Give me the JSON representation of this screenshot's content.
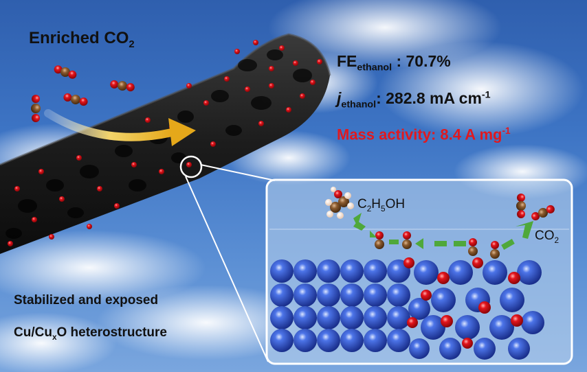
{
  "title": {
    "enriched_label": "Enriched CO",
    "enriched_sub": "2"
  },
  "metrics": {
    "fe_main": "FE",
    "fe_sub": "ethanol",
    "fe_value": " : 70.7%",
    "j_main": "j",
    "j_sub": "ethanol",
    "j_value": ": 282.8 mA cm",
    "j_sup": "-1",
    "mass_label": "Mass activity:  8.4 A mg",
    "mass_sup": "-1"
  },
  "caption": {
    "line1": "Stabilized and exposed",
    "line2_a": "Cu/Cu",
    "line2_sub": "x",
    "line2_b": "O heterostructure"
  },
  "inset": {
    "product_c": "C",
    "product_sub1": "2",
    "product_h": "H",
    "product_sub2": "5",
    "product_oh": "OH",
    "reactant": "CO",
    "reactant_sub": "2"
  },
  "colors": {
    "highlight_red": "#e0191f",
    "oxygen": "#e3141c",
    "carbon": "#8a5a2e",
    "copper_blue": "#2e4fc4",
    "arrow_gold": "#f2c230",
    "arrow_green": "#4fa83a"
  }
}
